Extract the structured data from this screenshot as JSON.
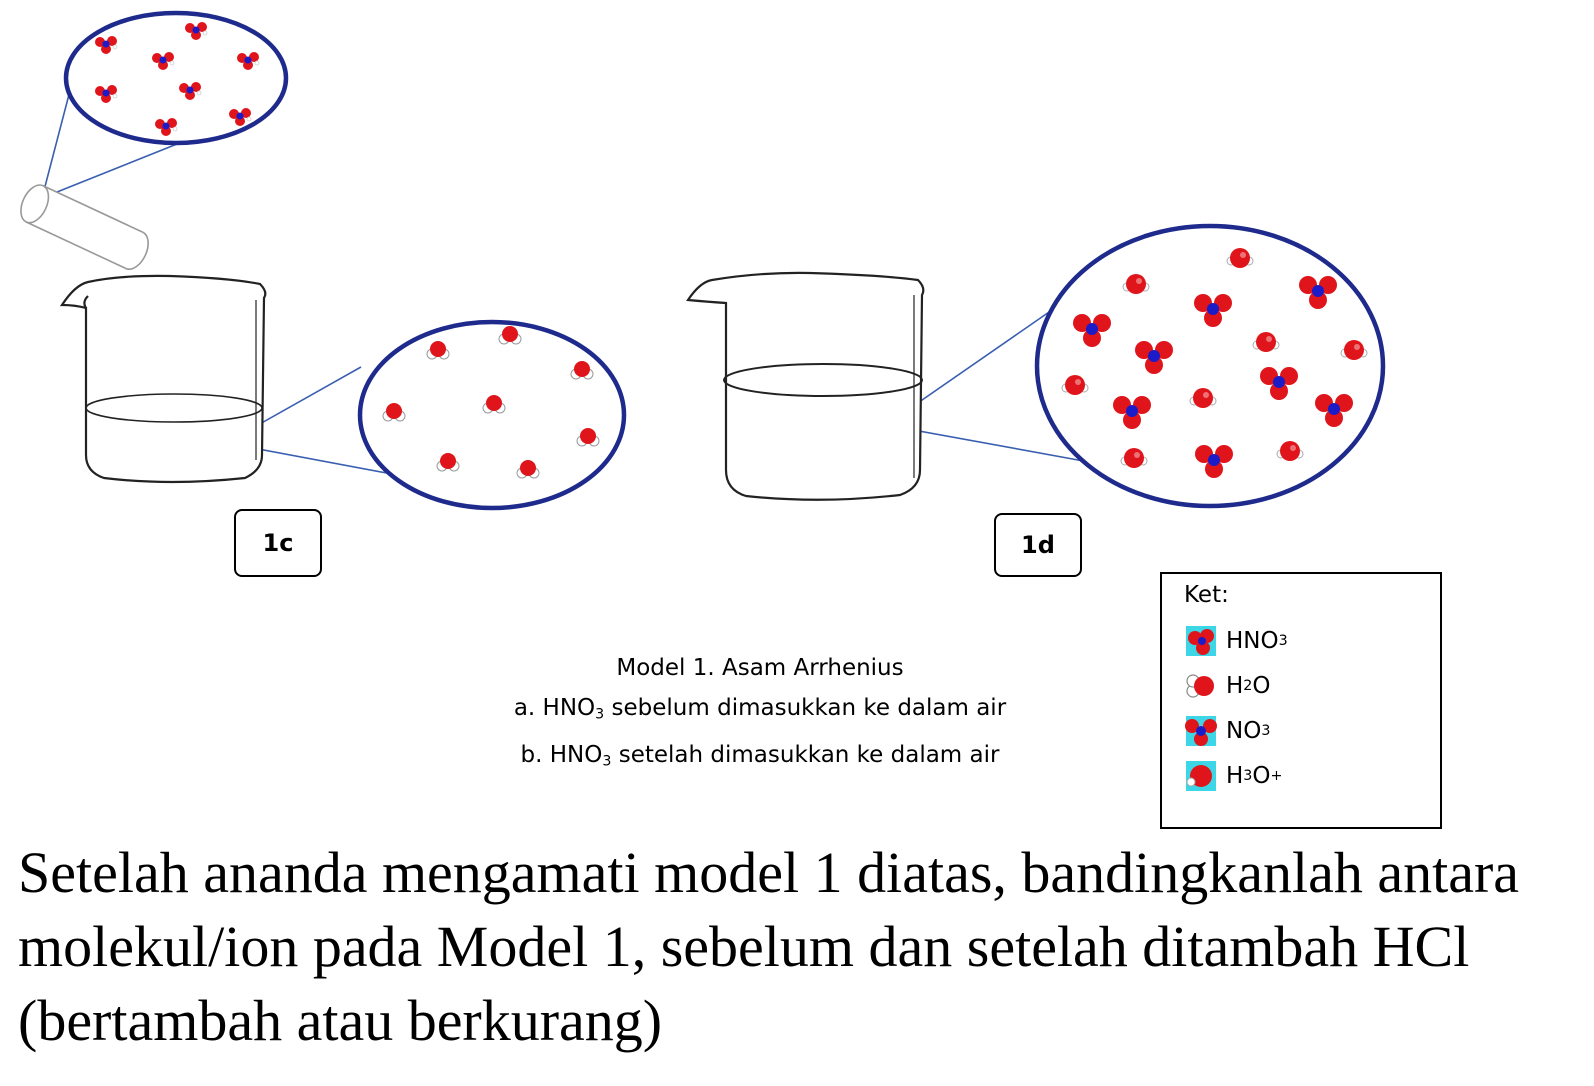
{
  "labels": {
    "beaker_left": "1c",
    "beaker_right": "1d"
  },
  "caption": {
    "line1": "Model 1.  Asam Arrhenius",
    "line2_prefix": "a. HNO",
    "line2_sub": "3",
    "line2_suffix": " sebelum dimasukkan ke dalam air",
    "line3_prefix": "b. HNO",
    "line3_sub": "3",
    "line3_suffix": " setelah dimasukkan ke dalam air"
  },
  "legend": {
    "title": "Ket:",
    "items": [
      {
        "formula": "HNO",
        "sub": "3",
        "sup": "",
        "icon": "hno3-molecule-icon"
      },
      {
        "formula": "H",
        "sub": "2",
        "tail": "O",
        "sup": "",
        "icon": "h2o-molecule-icon"
      },
      {
        "formula": "NO",
        "sub": "3",
        "sup": "",
        "icon": "no3-ion-icon"
      },
      {
        "formula": "H",
        "sub": "3",
        "tail": "O",
        "sup": "+",
        "icon": "h3o-ion-icon"
      }
    ]
  },
  "question": "Setelah ananda mengamati model 1 diatas, bandingkanlah antara molekul/ion pada Model 1, sebelum dan setelah ditambah HCl (bertambah atau berkurang)",
  "colors": {
    "oxygen": "#e0151b",
    "nitrogen": "#1b1bc8",
    "hydrogen": "#ffffff",
    "circle": "#1e2a8c",
    "zoom_line": "#3a5fb0",
    "swatch_bg": "#3cd6e6"
  }
}
